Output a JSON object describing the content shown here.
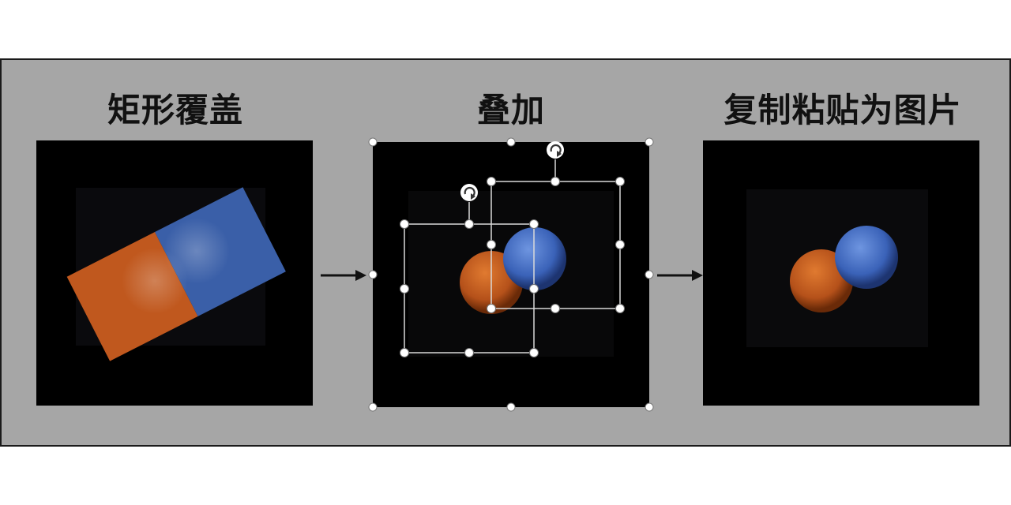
{
  "titles": {
    "step1": "矩形覆盖",
    "step2": "叠加",
    "step3": "复制粘贴为图片"
  },
  "colors": {
    "frame_background": "#a6a6a6",
    "orange": "#c0581e",
    "blue": "#3a5fa8",
    "handle": "#ffffff",
    "arrow": "#111111"
  },
  "icons": {
    "rotate_handle": "rotate-icon",
    "arrow": "right-arrow-icon"
  }
}
